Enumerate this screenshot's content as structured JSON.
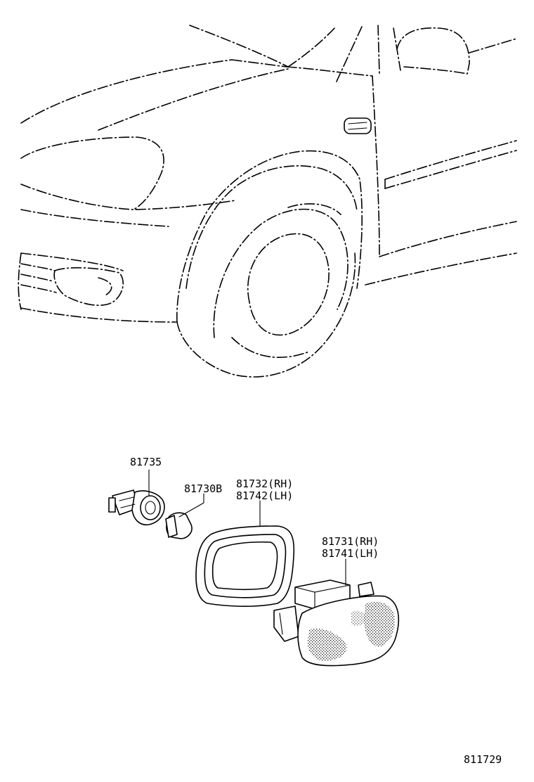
{
  "diagram": {
    "labels": {
      "socket": "81735",
      "bulb": "81730B",
      "gasket_rh": "81732(RH)",
      "gasket_lh": "81742(LH)",
      "lamp_rh": "81731(RH)",
      "lamp_lh": "81741(LH)",
      "figure_number": "811729"
    }
  }
}
